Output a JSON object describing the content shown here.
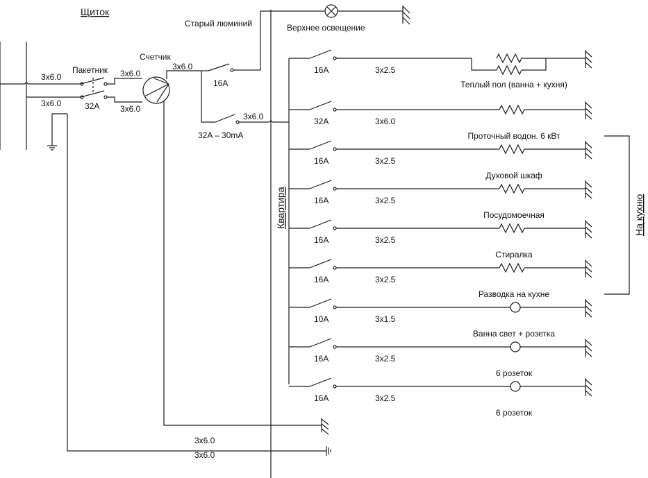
{
  "panel": {
    "title": "Щиток",
    "cable_in_top": "3x6.0",
    "cable_in_bottom": "3x6.0",
    "switch_label": "Пакетник",
    "switch_rating": "32A",
    "switch_cable_top": "3x6.0",
    "switch_cable_bottom": "3x6.0",
    "meter_label": "Счетчик",
    "meter_cable": "3x6.0",
    "old_wiring_label": "Старый люминий",
    "top_light_label": "Верхнее освещение",
    "main_breaker_rating": "16A",
    "rcd_label": "32A – 30mA",
    "rcd_cable": "3x6.0",
    "bottom_cable_1": "3x6.0",
    "bottom_cable_2": "3x6.0"
  },
  "apartment_label": "Квартира",
  "kitchen_label": "На кухню",
  "circuits": [
    {
      "breaker": "16A",
      "cable": "3x2.5",
      "load": "Теплый пол (ванна + кухня)",
      "symbol": "double-resistor"
    },
    {
      "breaker": "32A",
      "cable": "3x6.0",
      "load": "Проточный водон. 6 кВт",
      "symbol": "resistor"
    },
    {
      "breaker": "16A",
      "cable": "3x2.5",
      "load": "Духовой шкаф",
      "symbol": "resistor"
    },
    {
      "breaker": "16A",
      "cable": "3x2.5",
      "load": "Посудомоечная",
      "symbol": "resistor"
    },
    {
      "breaker": "16A",
      "cable": "3x2.5",
      "load": "Стиралка",
      "symbol": "resistor"
    },
    {
      "breaker": "16A",
      "cable": "3x2.5",
      "load": "Разводка на кухне",
      "symbol": "resistor"
    },
    {
      "breaker": "10A",
      "cable": "3x1.5",
      "load": "Ванна свет + розетка",
      "symbol": "lamp"
    },
    {
      "breaker": "16A",
      "cable": "3x2.5",
      "load": "6 розеток",
      "symbol": "lamp"
    },
    {
      "breaker": "16A",
      "cable": "3x2.5",
      "load": "6 розеток",
      "symbol": "lamp"
    }
  ]
}
